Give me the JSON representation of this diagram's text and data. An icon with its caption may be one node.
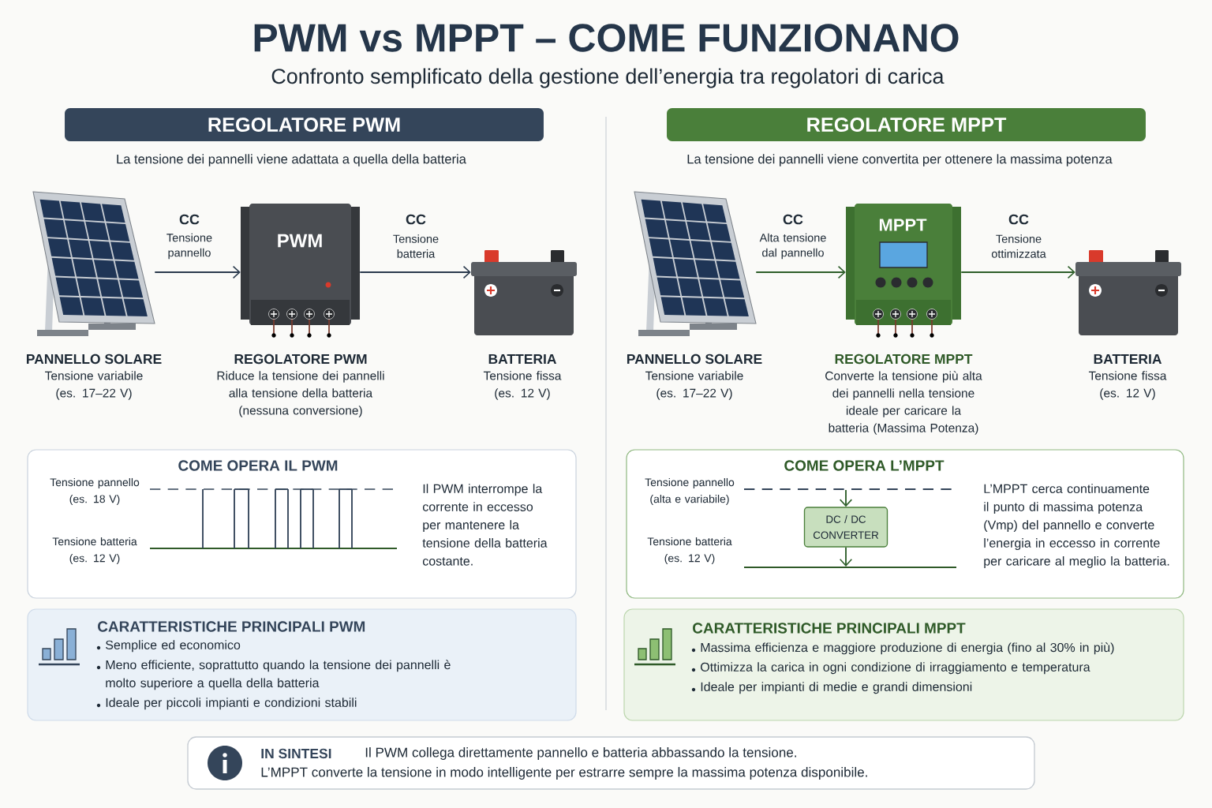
{
  "diagram": {
    "title": "PWM vs MPPT – COME FUNZIONANO",
    "nodes": [
      {
        "text": [
          "REGOLATORE PWM"
        ]
      },
      {
        "text": [
          "REGOLATORE MPPT"
        ]
      },
      {
        "text": [
          "PANNELLO SOLARE",
          "Tensione variabile (es. 17–22 V)"
        ]
      },
      {
        "text": [
          "PWM",
          "REGOLATORE PWM",
          "Riduce la tensione dei pannelli alla tensione della batteria (nessuna conversione)"
        ]
      },
      {
        "text": [
          "BATTERIA",
          "Tensione fissa (es. 12 V)"
        ]
      },
      {
        "text": [
          "PANNELLO SOLARE",
          "Tensione variabile (es. 17–22 V)"
        ]
      },
      {
        "text": [
          "MPPT",
          "REGOLATORE MPPT",
          "Converte la tensione più alta dei pannelli nella tensione ideale per caricare la batteria (Massima Potenza)"
        ]
      },
      {
        "text": [
          "BATTERIA",
          "Tensione fissa (es. 12 V)"
        ]
      },
      {
        "text": [
          "COME OPERA IL PWM",
          "Tensione pannello (es. 18 V)",
          "Tensione batteria (es. 12 V)",
          "Il PWM interrompe la corrente in eccesso per mantenere la tensione della batteria costante."
        ]
      },
      {
        "text": [
          "COME OPERA L’MPPT",
          "Tensione pannello (alta e variabile)",
          "Tensione batteria (es. 12 V)",
          "L’MPPT cerca continuamente il punto di massima potenza (Vmp) del pannello e converte l’energia in eccesso in corrente per caricare al meglio la batteria."
        ]
      },
      {
        "text": [
          "DC / DC CONVERTER"
        ],
        "in": 9
      },
      {
        "text": [
          "CARATTERISTICHE PRINCIPALI PWM",
          "Semplice ed economico",
          "Meno efficiente, soprattutto quando la tensione dei pannelli è molto superiore a quella della batteria",
          "Ideale per piccoli impianti e condizioni stabili"
        ]
      },
      {
        "text": [
          "CARATTERISTICHE PRINCIPALI MPPT",
          "Massima efficienza e maggiore produzione di energia (fino al 30% in più)",
          "Ottimizza la carica in ogni condizione di irraggiamento e temperatura",
          "Ideale per impianti di medie e grandi dimensioni"
        ]
      },
      {
        "text": [
          "IN SINTESI",
          "Il PWM collega direttamente pannello e batteria abbassando la tensione.",
          "L’MPPT converte la tensione in modo intelligente per estrarre sempre la massima potenza disponibile."
        ]
      }
    ],
    "edges": [
      {
        "from": 2,
        "to": 3,
        "arrow": "to",
        "label": "CC",
        "color": "#2b3a4d"
      },
      {
        "from": 3,
        "to": 4,
        "arrow": "to",
        "label": "CC",
        "color": "#2b3a4d"
      },
      {
        "from": 5,
        "to": 6,
        "arrow": "to",
        "label": "CC",
        "color": "#2e5e2a"
      },
      {
        "from": 6,
        "to": 7,
        "arrow": "to",
        "label": "CC",
        "color": "#2e5e2a"
      },
      {
        "from": null,
        "to": 10,
        "arrow": "to",
        "color": "#2e5e2a"
      },
      {
        "from": 10,
        "to": null,
        "arrow": "to",
        "color": "#2e5e2a"
      }
    ],
    "labels": [
      "Confronto semplificato della gestione dell’energia tra regolatori di carica",
      "La tensione dei pannelli viene adattata a quella della batteria",
      "La tensione dei pannelli viene convertita per ottenere la massima potenza",
      "Tensione pannello",
      "Tensione batteria",
      "Alta tensione dal pannello",
      "Tensione ottimizzata"
    ]
  }
}
